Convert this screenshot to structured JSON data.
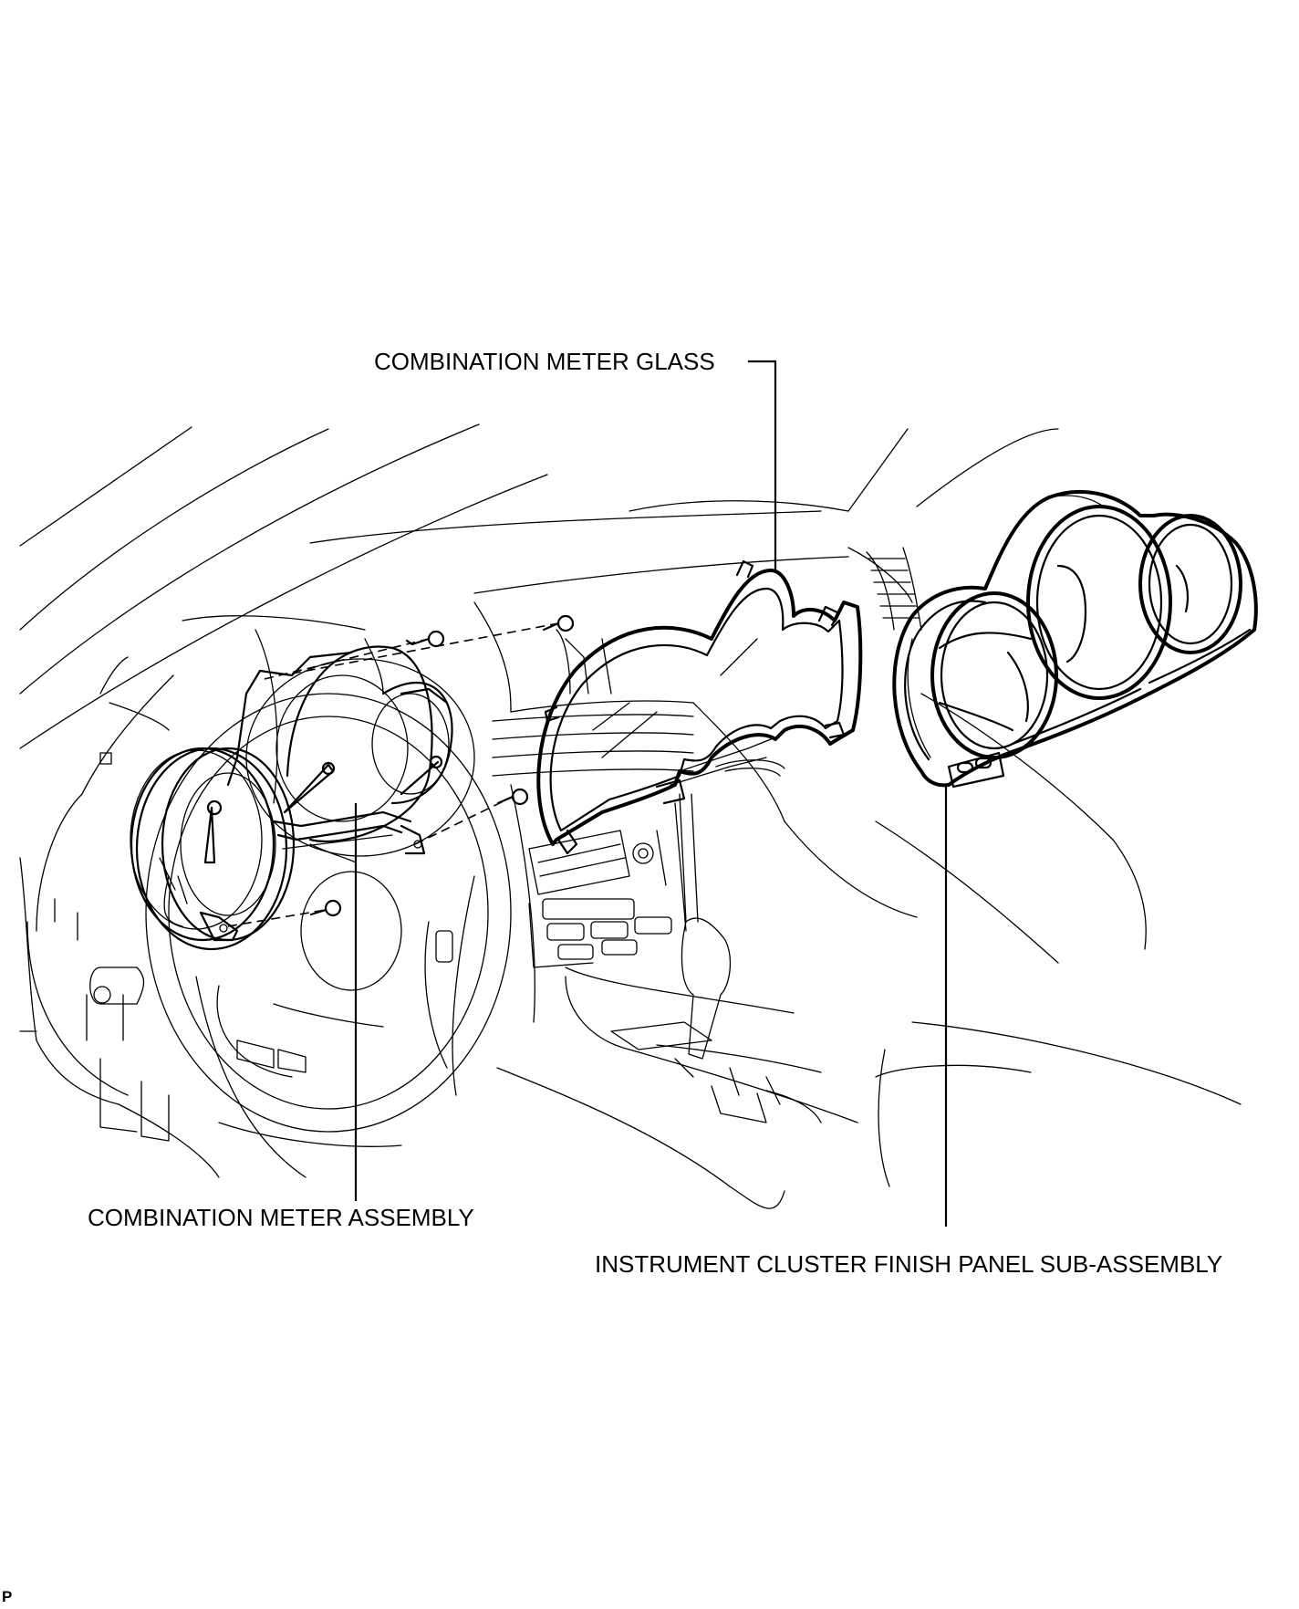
{
  "callouts": {
    "glass": "COMBINATION METER GLASS",
    "meter_assembly": "COMBINATION METER ASSEMBLY",
    "finish_panel": "INSTRUMENT CLUSTER FINISH PANEL SUB-ASSEMBLY"
  },
  "figure_code": "P"
}
